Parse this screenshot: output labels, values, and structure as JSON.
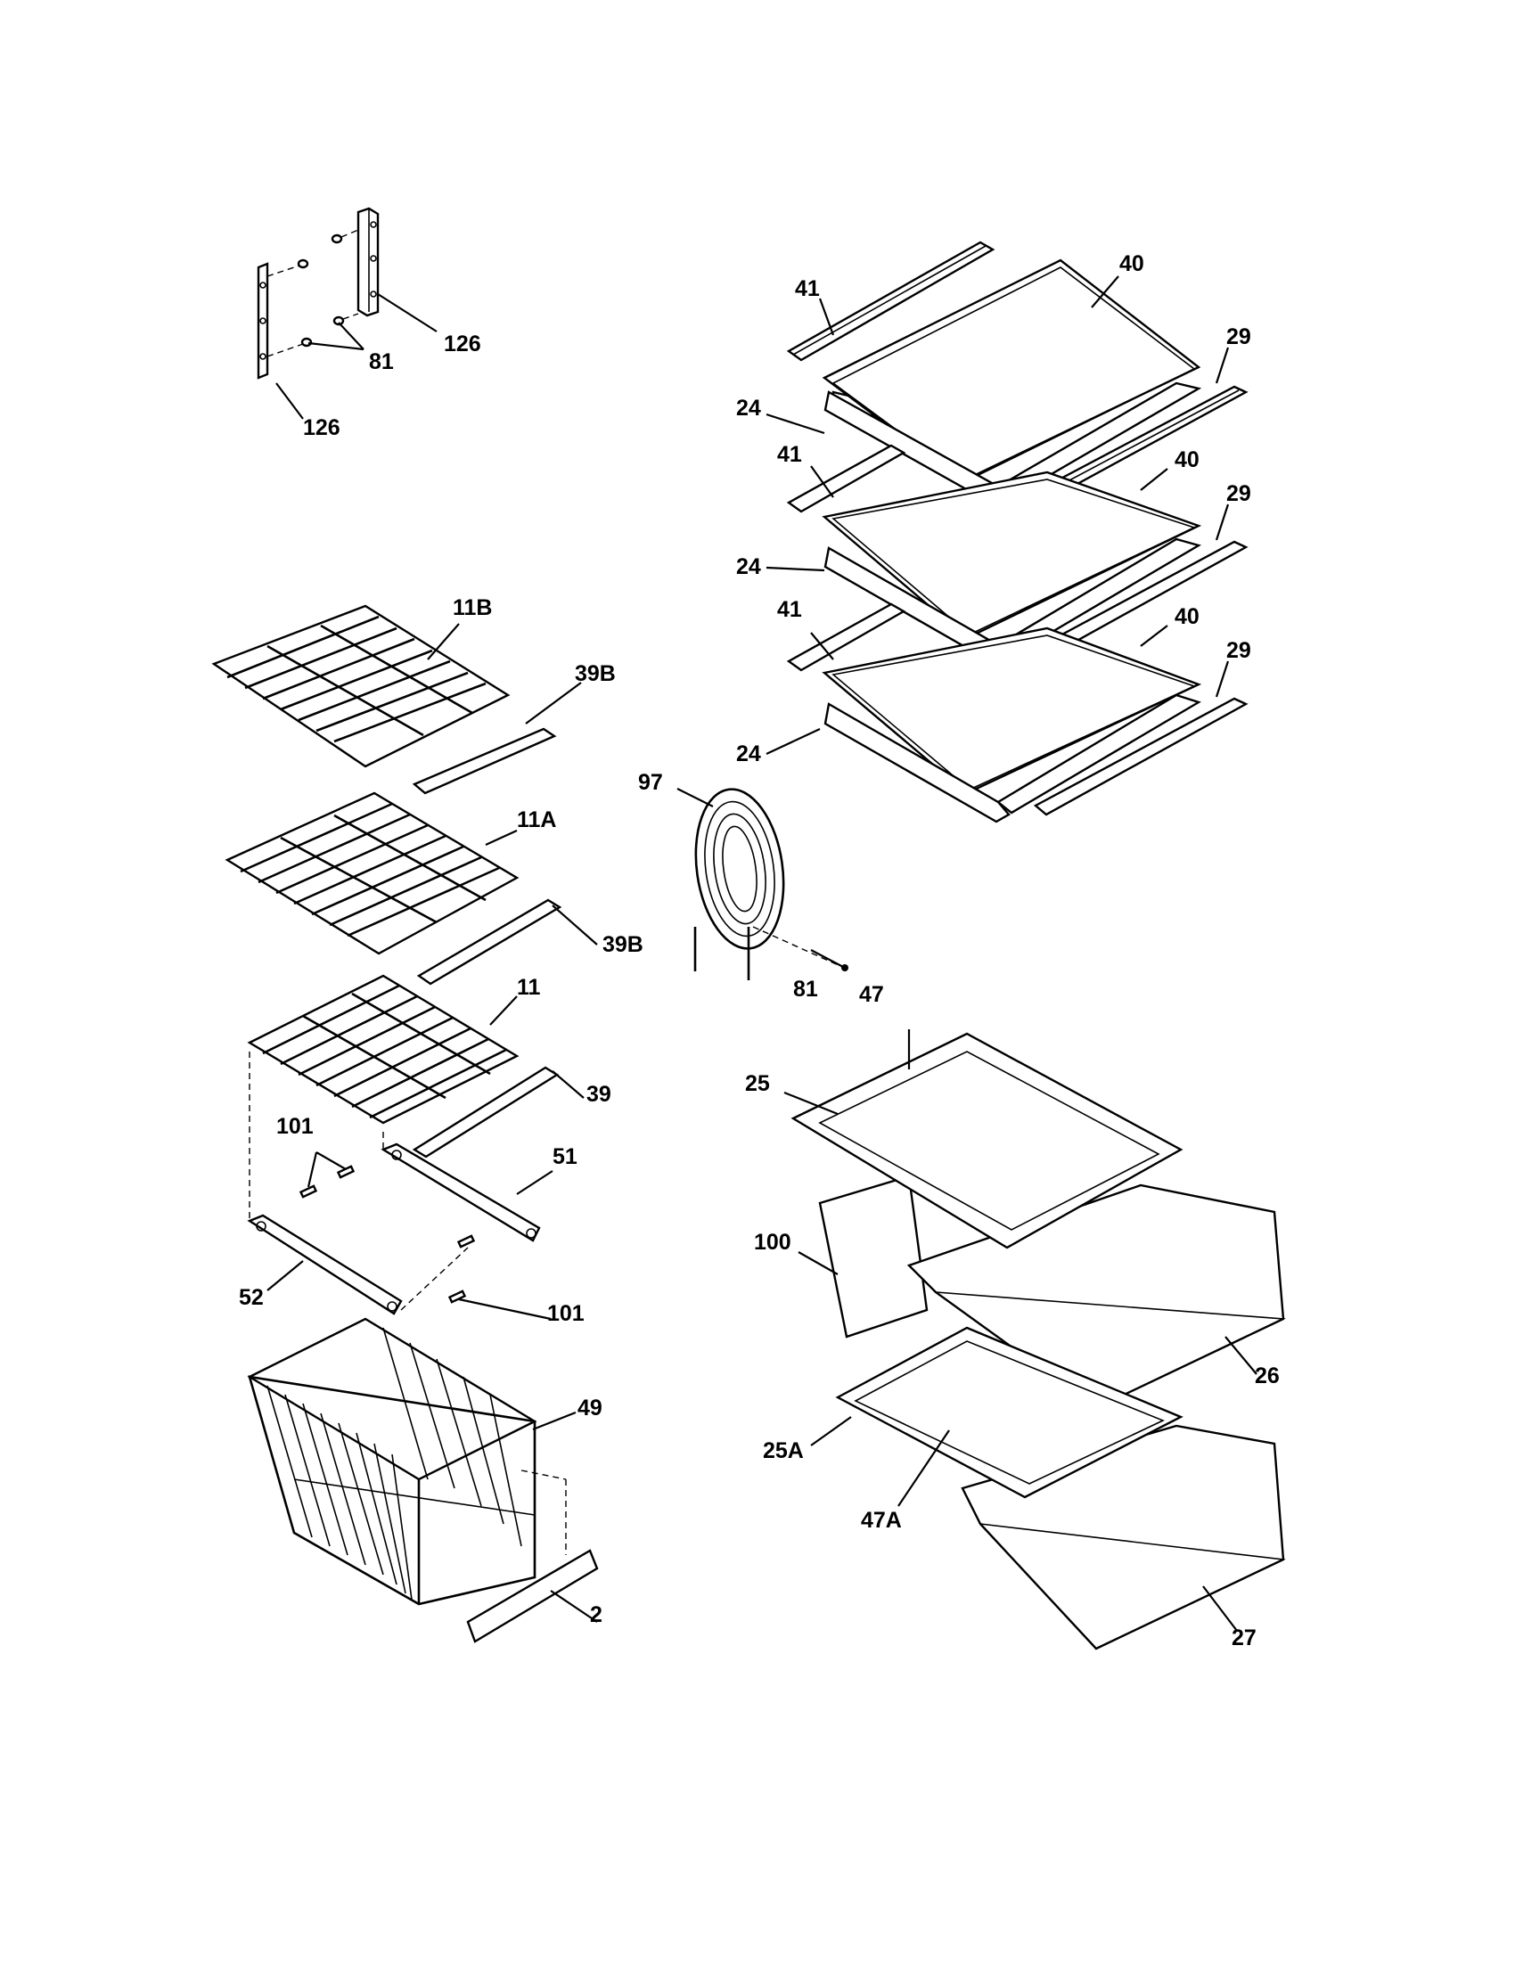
{
  "callouts": {
    "c126a": "126",
    "c126b": "126",
    "c81a": "81",
    "c41a": "41",
    "c40a": "40",
    "c29a": "29",
    "c24a": "24",
    "c41b": "41",
    "c40b": "40",
    "c29b": "29",
    "c24b": "24",
    "c41c": "41",
    "c40c": "40",
    "c29c": "29",
    "c24c": "24",
    "c11b": "11B",
    "c39ba": "39B",
    "c11a": "11A",
    "c39bb": "39B",
    "c11": "11",
    "c39": "39",
    "c97": "97",
    "c81b": "81",
    "c101a": "101",
    "c51": "51",
    "c52": "52",
    "c101b": "101",
    "c49": "49",
    "c2": "2",
    "c47": "47",
    "c25": "25",
    "c100": "100",
    "c26": "26",
    "c25a": "25A",
    "c47a": "47A",
    "c27": "27"
  }
}
